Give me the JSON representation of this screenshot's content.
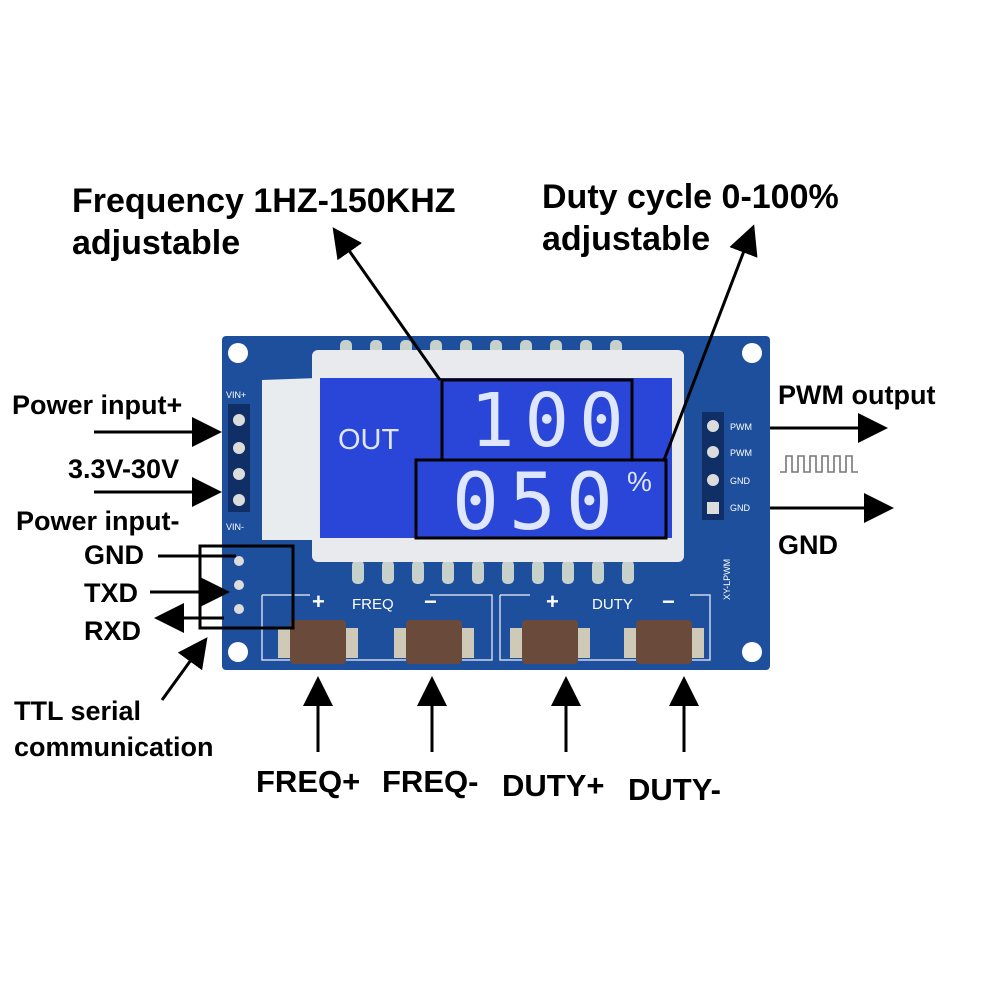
{
  "callouts": {
    "frequency": {
      "line1": "Frequency 1HZ-150KHZ",
      "line2": "adjustable"
    },
    "duty": {
      "line1": "Duty cycle 0-100%",
      "line2": "adjustable"
    },
    "power_plus": "Power input+",
    "voltage": "3.3V-30V",
    "power_minus": "Power input-",
    "gnd_left": "GND",
    "txd": "TXD",
    "rxd": "RXD",
    "ttl": {
      "line1": "TTL serial",
      "line2": "communication"
    },
    "pwm_output": "PWM output",
    "gnd_right": "GND",
    "freq_plus": "FREQ+",
    "freq_minus": "FREQ-",
    "duty_plus": "DUTY+",
    "duty_minus": "DUTY-"
  },
  "board": {
    "pin_vin_plus": "VIN+",
    "pin_vin_minus": "VIN-",
    "right_pins": [
      "PWM",
      "PWM",
      "GND",
      "GND"
    ],
    "freq_group": "FREQ",
    "duty_group": "DUTY",
    "plus_sign": "+",
    "minus_sign": "−",
    "model": "XY-LPWM"
  },
  "lcd": {
    "out_label": "OUT",
    "frequency_value": "100",
    "duty_value": "050",
    "percent_sign": "%"
  },
  "colors": {
    "pcb": "#1d4f9c",
    "lcd": "#2a46d8",
    "button": "#6a4a3a"
  }
}
